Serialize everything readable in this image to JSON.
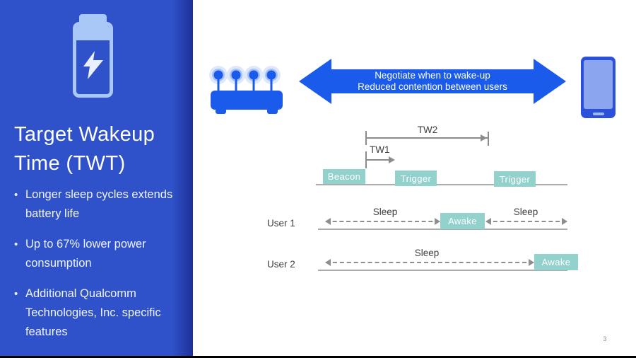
{
  "slide": {
    "page_number": "3",
    "title": {
      "line1": "Target Wakeup",
      "line2": "Time (TWT)"
    },
    "bullets": [
      "Longer sleep cycles extends battery life",
      "Up to 67% lower power consumption",
      "Additional Qualcomm Technologies, Inc. specific features"
    ]
  },
  "banner": {
    "line1": "Negotiate when to wake-up",
    "line2": "Reduced contention between users"
  },
  "diagram": {
    "tw2_label": "TW2",
    "tw1_label": "TW1",
    "ap_row": {
      "beacon": "Beacon",
      "trigger1": "Trigger",
      "trigger2": "Trigger"
    },
    "user1": {
      "label": "User 1",
      "sleep_left": "Sleep",
      "awake": "Awake",
      "sleep_right": "Sleep"
    },
    "user2": {
      "label": "User 2",
      "sleep": "Sleep",
      "awake": "Awake"
    }
  },
  "icons": {
    "battery": "battery-charging-icon",
    "router": "wifi-router-icon",
    "phone": "smartphone-icon",
    "banner": "double-headed-arrow"
  },
  "colors": {
    "sidebar_blue": "#2F52CA",
    "sidebar_edge_dark": "#1D2E9A",
    "accent_blue": "#1B5BEB",
    "icon_light_blue": "#A9C7F7",
    "teal_box": "#93D1CD",
    "line_gray": "#ABABAB",
    "text_dark": "#3F3F3F"
  }
}
